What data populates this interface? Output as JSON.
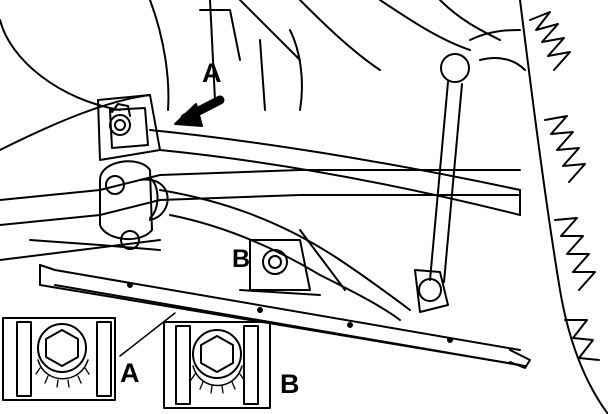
{
  "callouts": {
    "a_main": "A",
    "b_main": "B",
    "a_inset": "A",
    "b_inset": "B"
  },
  "colors": {
    "ink": "#000000",
    "paper": "#ffffff"
  }
}
